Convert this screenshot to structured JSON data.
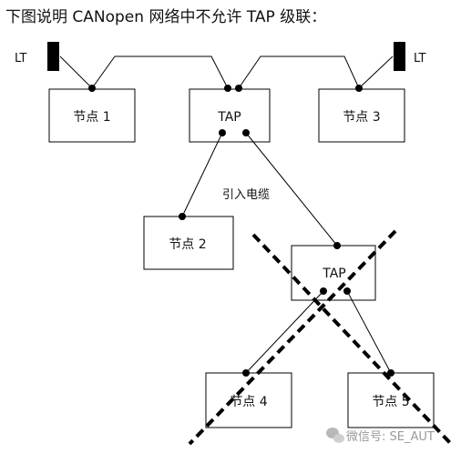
{
  "title": "下图说明 CANopen 网络中不允许 TAP 级联：",
  "diagram": {
    "lt_left": "LT",
    "lt_right": "LT",
    "node1": "节点 1",
    "tap_main": "TAP",
    "node3": "节点 3",
    "node2": "节点 2",
    "tap_cascaded": "TAP",
    "node4": "节点 4",
    "node5": "节点 5",
    "cable_label": "引入电缆"
  },
  "watermark": {
    "icon": "wechat-icon",
    "text": "微信号: SE_AUT"
  }
}
